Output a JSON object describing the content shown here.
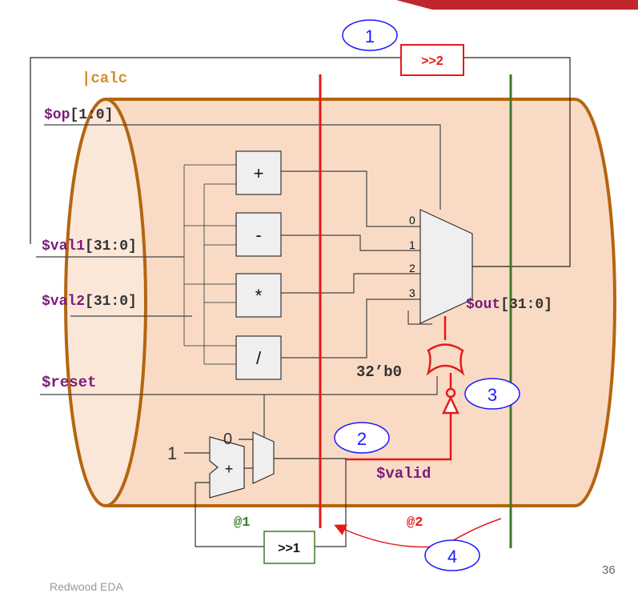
{
  "corner_bar_color": "#c0272d",
  "pipeline_label": "|calc",
  "signals": {
    "op": "$op",
    "op_range": "[1:0]",
    "val1": "$val1",
    "val1_range": "[31:0]",
    "val2": "$val2",
    "val2_range": "[31:0]",
    "reset": "$reset",
    "out": "$out",
    "out_range": "[31:0]",
    "valid": "$valid"
  },
  "ops": [
    "+",
    "-",
    "*",
    "/"
  ],
  "mux_inputs": [
    "0",
    "1",
    "2",
    "3"
  ],
  "zero_constant": "32’b0",
  "counter": {
    "one": "1",
    "zero": "0",
    "add": "+"
  },
  "retime_boxes": {
    "out": ">>2",
    "counter": ">>1"
  },
  "stages": {
    "s1": "@1",
    "s2": "@2"
  },
  "callouts": [
    "1",
    "2",
    "3",
    "4"
  ],
  "footer": "Redwood EDA",
  "page_number": "36",
  "colors": {
    "cylinder_fill": "#f9dbc5",
    "cylinder_stroke": "#b5650f",
    "signal_purple": "#7b1c7b",
    "pipeline_orange": "#d98c2b",
    "stage1_green": "#3d7a2a",
    "stage2_red": "#e41a1a",
    "callout_blue": "#1a1aff"
  }
}
